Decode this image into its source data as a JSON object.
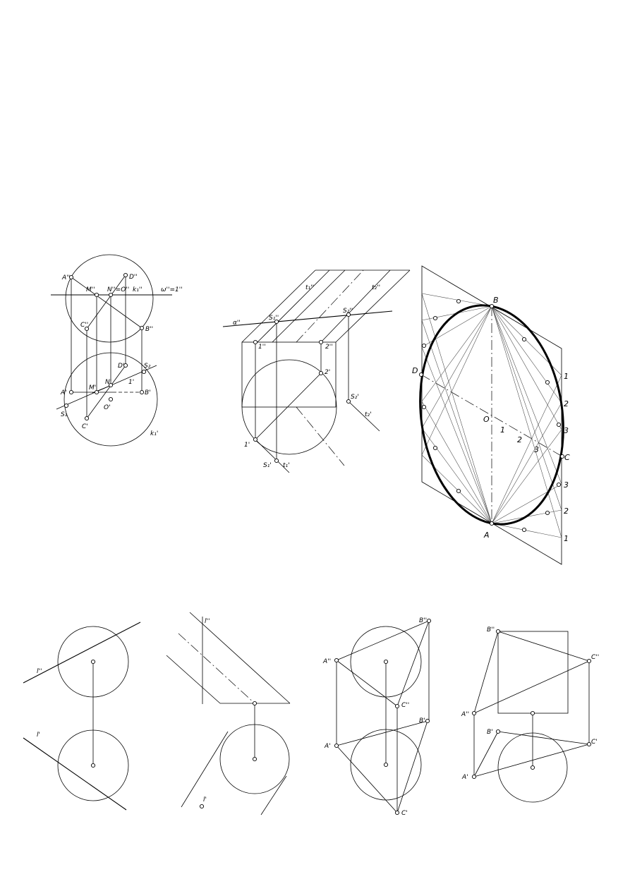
{
  "fig1": {
    "labels": [
      "A''",
      "M''",
      "N''=O''",
      "D''",
      "k₁''",
      "ω''=1''",
      "C''",
      "B''",
      "D'",
      "S₂",
      "M'",
      "N'",
      "1'",
      "A'",
      "B'",
      "S₁",
      "O'",
      "C'",
      "k₁'"
    ]
  },
  "fig2": {
    "labels": [
      "t₁''",
      "t₂''",
      "α''",
      "S₁''",
      "S₂''",
      "1''",
      "2''",
      "2'",
      "S₂'",
      "t₂'",
      "1'",
      "S₁'",
      "t₁'"
    ]
  },
  "fig3": {
    "labels": [
      "B",
      "D",
      "O",
      "1",
      "2",
      "3",
      "C",
      "A",
      "1",
      "2",
      "3",
      "3",
      "2",
      "1"
    ]
  },
  "fig4": {
    "labels": [
      "l''",
      "l'"
    ]
  },
  "fig5": {
    "labels": [
      "l''",
      "l'"
    ]
  },
  "fig6": {
    "labels": [
      "B''",
      "A''",
      "C''",
      "B'",
      "A'",
      "C'"
    ]
  },
  "fig7": {
    "labels": [
      "B''",
      "C''",
      "A''",
      "B'",
      "C'",
      "A'"
    ]
  }
}
